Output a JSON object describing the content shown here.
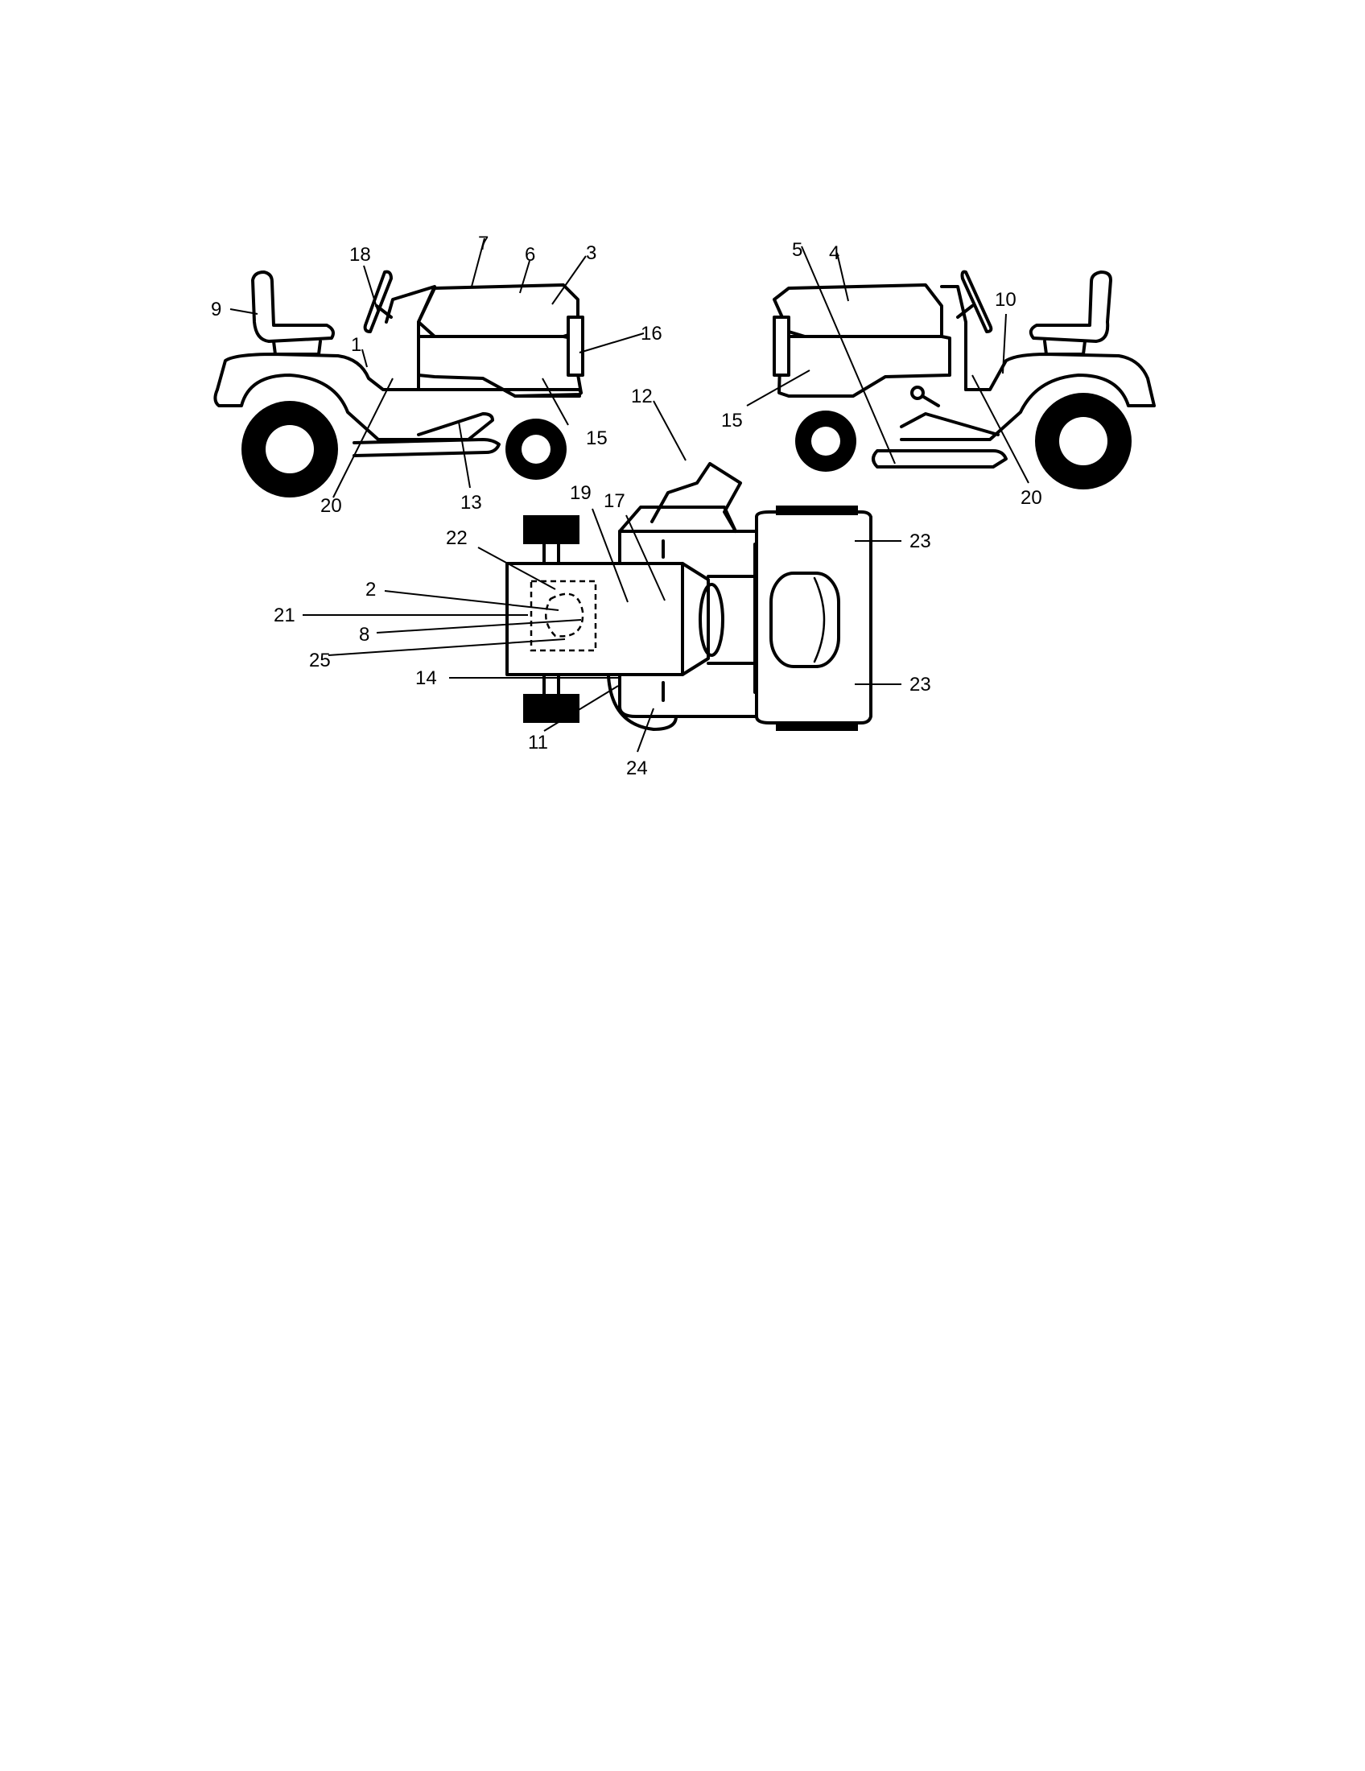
{
  "labels": {
    "left_view": [
      "18",
      "7",
      "6",
      "3",
      "9",
      "16",
      "1",
      "15",
      "20",
      "13"
    ],
    "right_view": [
      "5",
      "4",
      "10",
      "15",
      "20"
    ],
    "top_view": [
      "12",
      "19",
      "17",
      "22",
      "23",
      "2",
      "21",
      "8",
      "25",
      "14",
      "23",
      "11",
      "24"
    ]
  }
}
